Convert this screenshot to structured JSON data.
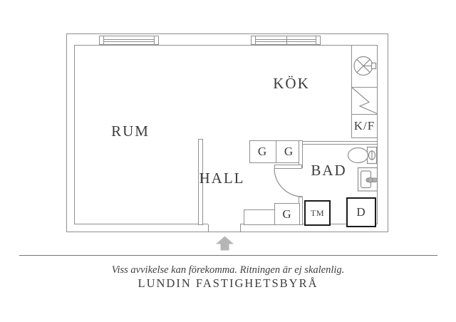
{
  "colors": {
    "line": "#8f8f8f",
    "text": "#3d3d3d",
    "appliance_border": "#1b1b1b",
    "arrow": "#b5b5b5",
    "divider": "#757575",
    "bg": "#ffffff"
  },
  "plan": {
    "labels": {
      "rum": "RUM",
      "kok": "KÖK",
      "hall": "HALL",
      "bad": "BAD",
      "kf": "K/F",
      "g_upper_left": "G",
      "g_upper_right": "G",
      "g_lower": "G",
      "tm": "TM",
      "d": "D"
    },
    "icons": {
      "fan": "fan-icon",
      "tall_cabinet": "zigzag-cabinet-icon",
      "toilet": "toilet-icon",
      "sink": "sink-icon",
      "entrance_arrow": "entrance-arrow-icon",
      "windows": "window-symbol"
    }
  },
  "footer": {
    "disclaimer": "Viss avvikelse kan förekomma. Ritningen är ej skalenlig.",
    "brand": "LUNDIN FASTIGHETSBYRÅ"
  }
}
